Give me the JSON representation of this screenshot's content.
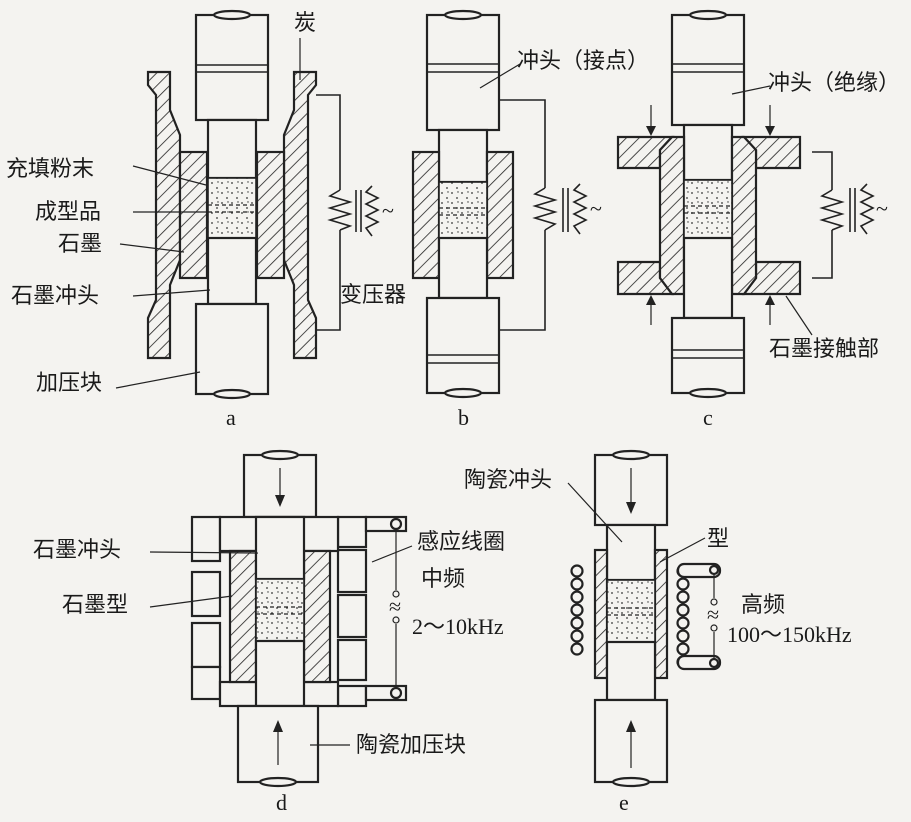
{
  "labels": {
    "carbon": "炭",
    "punch_contact": "冲头（接点）",
    "punch_insulated": "冲头（绝缘）",
    "filled_powder": "充填粉末",
    "formed_part": "成型品",
    "graphite": "石墨",
    "graphite_punch_a": "石墨冲头",
    "transformer": "变压器",
    "press_block": "加压块",
    "graphite_contact": "石墨接触部",
    "ceramic_punch": "陶瓷冲头",
    "induction_coil": "感应线圈",
    "mid_freq": "中频",
    "mid_freq_range": "2～10kHz",
    "graphite_punch_d": "石墨冲头",
    "graphite_mold": "石墨型",
    "ceramic_press_block": "陶瓷加压块",
    "mold_e": "型",
    "high_freq": "高频",
    "high_freq_range": "100～150kHz",
    "ac_symbol": "~",
    "ac_tilde": "≈"
  },
  "captions": {
    "a": "a",
    "b": "b",
    "c": "c",
    "d": "d",
    "e": "e"
  },
  "colors": {
    "ink": "#222222",
    "background": "#f4f3f0"
  }
}
